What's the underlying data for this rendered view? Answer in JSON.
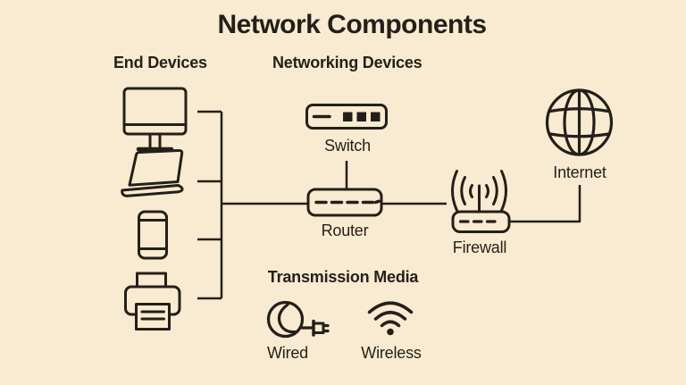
{
  "title": "Network Components",
  "colors": {
    "background": "#F8EBD1",
    "ink": "#241F19"
  },
  "sections": {
    "end_devices": "End Devices",
    "networking_devices": "Networking Devices",
    "transmission_media": "Transmission Media"
  },
  "labels": {
    "switch": "Switch",
    "router": "Router",
    "firewall": "Firewall",
    "internet": "Internet",
    "wired": "Wired",
    "wireless": "Wireless"
  },
  "icons": {
    "end_devices": [
      "desktop-monitor-icon",
      "laptop-icon",
      "smartphone-icon",
      "printer-icon"
    ],
    "networking_devices": [
      "switch-icon",
      "router-icon",
      "firewall-icon"
    ],
    "internet": "globe-icon",
    "transmission_media": [
      "wired-cable-plug-icon",
      "wifi-icon"
    ]
  },
  "connections": [
    "desktop-monitor → bus",
    "laptop → bus",
    "smartphone → bus",
    "printer → bus",
    "bus → router",
    "switch → router",
    "router → firewall",
    "firewall → internet"
  ]
}
